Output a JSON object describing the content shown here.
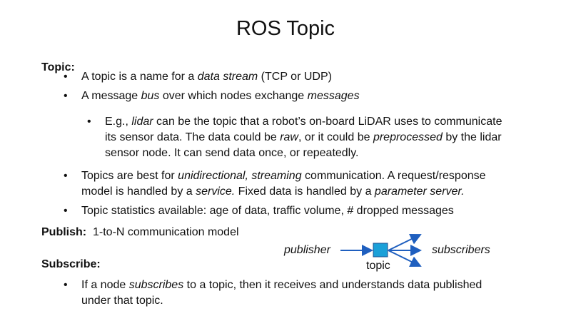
{
  "title": "ROS Topic",
  "topic_heading": "Topic:",
  "b1": [
    "A topic is a name for a ",
    "data stream",
    " (TCP or UDP)"
  ],
  "b2": [
    "A message ",
    "bus",
    " over which nodes exchange ",
    "messages"
  ],
  "b3": [
    "E.g., ",
    "lidar",
    " can be the topic that a robot’s on-board LiDAR uses to communicate",
    "its sensor data.  The data could be ",
    "raw",
    ", or it could be ",
    "preprocessed",
    " by the lidar",
    "sensor node.  It can send data once, or repeatedly."
  ],
  "b4": [
    "Topics are best for ",
    "unidirectional, streaming",
    " communication. A request/response",
    "model is handled by a ",
    "service.",
    "  Fixed data is handled by a ",
    "parameter server."
  ],
  "b5": "Topic statistics available: age of data, traffic volume, # dropped messages",
  "publish_heading": "Publish:",
  "publish_text": "1-to-N communication model",
  "subscribe_heading": "Subscribe:",
  "b6": [
    "If a node ",
    "subscribes",
    " to a topic, then it receives and understands data published",
    "under that topic."
  ],
  "diagram": {
    "publisher": "publisher",
    "topic": "topic",
    "subscribers": "subscribers",
    "arrow_color": "#1f5fbf",
    "box_color": "#1aa0d8"
  },
  "bullet": "•"
}
